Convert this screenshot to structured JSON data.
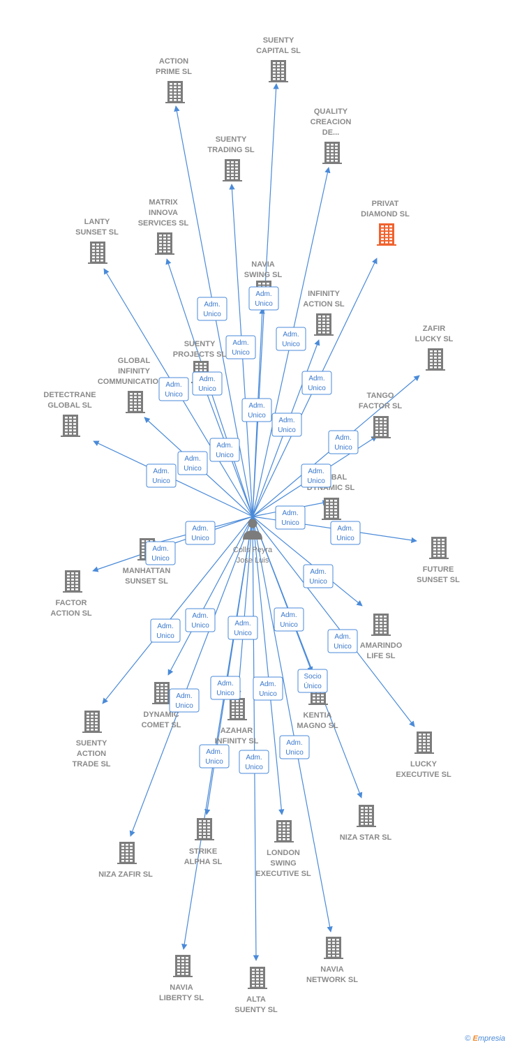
{
  "colors": {
    "edge": "#4a8ad8",
    "building": "#7c7c7c",
    "building_highlight": "#f0622e",
    "label": "#8a8a8a",
    "edge_label": "#3a78cc"
  },
  "center": {
    "label_lines": [
      "Colls Peyra",
      "Jose Luis"
    ],
    "icon": "person-icon"
  },
  "companies": [
    {
      "id": "suenty-capital",
      "lines": [
        "SUENTY",
        "CAPITAL SL"
      ],
      "highlight": false
    },
    {
      "id": "action-prime",
      "lines": [
        "ACTION",
        "PRIME SL"
      ],
      "highlight": false
    },
    {
      "id": "quality-creacion",
      "lines": [
        "QUALITY",
        "CREACION",
        "DE..."
      ],
      "highlight": false
    },
    {
      "id": "suenty-trading",
      "lines": [
        "SUENTY",
        "TRADING SL"
      ],
      "highlight": false
    },
    {
      "id": "privat-diamond",
      "lines": [
        "PRIVAT",
        "DIAMOND  SL"
      ],
      "highlight": true
    },
    {
      "id": "matrix-innova",
      "lines": [
        "MATRIX",
        "INNOVA",
        "SERVICES SL"
      ],
      "highlight": false
    },
    {
      "id": "lanty-sunset",
      "lines": [
        "LANTY",
        "SUNSET SL"
      ],
      "highlight": false
    },
    {
      "id": "navia-swing",
      "lines": [
        "NAVIA",
        "SWING SL"
      ],
      "highlight": false
    },
    {
      "id": "infinity-action",
      "lines": [
        "INFINITY",
        "ACTION SL"
      ],
      "highlight": false
    },
    {
      "id": "zafir-lucky",
      "lines": [
        "ZAFIR",
        "LUCKY SL"
      ],
      "highlight": false
    },
    {
      "id": "suenty-projects",
      "lines": [
        "SUENTY",
        "PROJECTS SL"
      ],
      "highlight": false
    },
    {
      "id": "global-infinity",
      "lines": [
        "GLOBAL",
        "INFINITY",
        "COMMUNICATION..."
      ],
      "highlight": false
    },
    {
      "id": "detectrane-global",
      "lines": [
        "DETECTRANE",
        "GLOBAL  SL"
      ],
      "highlight": false
    },
    {
      "id": "tango-factor",
      "lines": [
        "TANGO",
        "FACTOR SL"
      ],
      "highlight": false
    },
    {
      "id": "global-dynamic",
      "lines": [
        "GLOBAL",
        "DYNAMIC SL"
      ],
      "highlight": false
    },
    {
      "id": "future-sunset",
      "lines": [
        "FUTURE",
        "SUNSET SL"
      ],
      "highlight": false
    },
    {
      "id": "manhattan-sunset",
      "lines": [
        "MANHATTAN",
        "SUNSET SL"
      ],
      "highlight": false
    },
    {
      "id": "factor-action",
      "lines": [
        "FACTOR",
        "ACTION SL"
      ],
      "highlight": false
    },
    {
      "id": "amarindo-life",
      "lines": [
        "AMARINDO",
        "LIFE SL"
      ],
      "highlight": false
    },
    {
      "id": "suenty-action-trade",
      "lines": [
        "SUENTY",
        "ACTION",
        "TRADE SL"
      ],
      "highlight": false
    },
    {
      "id": "dynamic-comet",
      "lines": [
        "DYNAMIC",
        "COMET SL"
      ],
      "highlight": false
    },
    {
      "id": "kentia-magno",
      "lines": [
        "KENTIA",
        "MAGNO SL"
      ],
      "highlight": false
    },
    {
      "id": "azahar-infinity",
      "lines": [
        "AZAHAR",
        "INFINITY SL"
      ],
      "highlight": false
    },
    {
      "id": "lucky-executive",
      "lines": [
        "LUCKY",
        "EXECUTIVE SL"
      ],
      "highlight": false
    },
    {
      "id": "niza-star",
      "lines": [
        "NIZA STAR SL"
      ],
      "highlight": false
    },
    {
      "id": "niza-zafir",
      "lines": [
        "NIZA ZAFIR SL"
      ],
      "highlight": false
    },
    {
      "id": "strike-alpha",
      "lines": [
        "STRIKE",
        "ALPHA SL"
      ],
      "highlight": false
    },
    {
      "id": "london-swing",
      "lines": [
        "LONDON",
        "SWING",
        "EXECUTIVE SL"
      ],
      "highlight": false
    },
    {
      "id": "navia-liberty",
      "lines": [
        "NAVIA",
        "LIBERTY SL"
      ],
      "highlight": false
    },
    {
      "id": "alta-suenty",
      "lines": [
        "ALTA",
        "SUENTY SL"
      ],
      "highlight": false
    },
    {
      "id": "navia-network",
      "lines": [
        "NAVIA",
        "NETWORK SL"
      ],
      "highlight": false
    }
  ],
  "relations": [
    {
      "target": "suenty-capital",
      "lines": [
        "Adm.",
        "Unico"
      ]
    },
    {
      "target": "action-prime",
      "lines": [
        "Adm.",
        "Unico"
      ]
    },
    {
      "target": "quality-creacion",
      "lines": [
        "Adm.",
        "Unico"
      ]
    },
    {
      "target": "suenty-trading",
      "lines": [
        "Adm.",
        "Unico"
      ]
    },
    {
      "target": "privat-diamond",
      "lines": [
        "Adm.",
        "Unico"
      ]
    },
    {
      "target": "matrix-innova",
      "lines": [
        "Adm.",
        "Unico"
      ]
    },
    {
      "target": "lanty-sunset",
      "lines": [
        "Adm.",
        "Unico"
      ]
    },
    {
      "target": "navia-swing",
      "lines": [
        "Adm.",
        "Unico"
      ]
    },
    {
      "target": "infinity-action",
      "lines": [
        "Adm.",
        "Unico"
      ]
    },
    {
      "target": "zafir-lucky",
      "lines": [
        "Adm.",
        "Unico"
      ]
    },
    {
      "target": "suenty-projects",
      "lines": [
        "Adm.",
        "Unico"
      ]
    },
    {
      "target": "global-infinity",
      "lines": [
        "Adm.",
        "Unico"
      ]
    },
    {
      "target": "detectrane-global",
      "lines": [
        "Adm.",
        "Unico"
      ]
    },
    {
      "target": "tango-factor",
      "lines": [
        "Adm.",
        "Unico"
      ]
    },
    {
      "target": "global-dynamic",
      "lines": [
        "Adm.",
        "Unico"
      ]
    },
    {
      "target": "future-sunset",
      "lines": [
        "Adm.",
        "Unico"
      ]
    },
    {
      "target": "manhattan-sunset",
      "lines": [
        "Adm.",
        "Unico"
      ]
    },
    {
      "target": "factor-action",
      "lines": [
        "Adm.",
        "Unico"
      ]
    },
    {
      "target": "amarindo-life",
      "lines": [
        "Adm.",
        "Unico"
      ]
    },
    {
      "target": "suenty-action-trade",
      "lines": [
        "Adm.",
        "Unico"
      ]
    },
    {
      "target": "dynamic-comet",
      "lines": [
        "Adm.",
        "Unico"
      ]
    },
    {
      "target": "kentia-magno",
      "lines": [
        "Adm.",
        "Unico"
      ]
    },
    {
      "target": "azahar-infinity",
      "lines": [
        "Adm.",
        "Unico"
      ]
    },
    {
      "target": "lucky-executive",
      "lines": [
        "Adm.",
        "Unico"
      ]
    },
    {
      "target": "niza-star",
      "lines": [
        "Socio",
        "Único"
      ]
    },
    {
      "target": "niza-zafir",
      "lines": [
        "Adm.",
        "Unico"
      ]
    },
    {
      "target": "strike-alpha",
      "lines": [
        "Adm.",
        "Unico"
      ]
    },
    {
      "target": "london-swing",
      "lines": [
        "Adm.",
        "Unico"
      ]
    },
    {
      "target": "navia-liberty",
      "lines": [
        "Adm.",
        "Unico"
      ]
    },
    {
      "target": "alta-suenty",
      "lines": [
        "Adm.",
        "Unico"
      ]
    },
    {
      "target": "navia-network",
      "lines": [
        "Adm.",
        "Unico"
      ]
    }
  ],
  "watermark": {
    "copyright": "©",
    "brand_initial": "E",
    "brand_rest": "mpresia"
  }
}
